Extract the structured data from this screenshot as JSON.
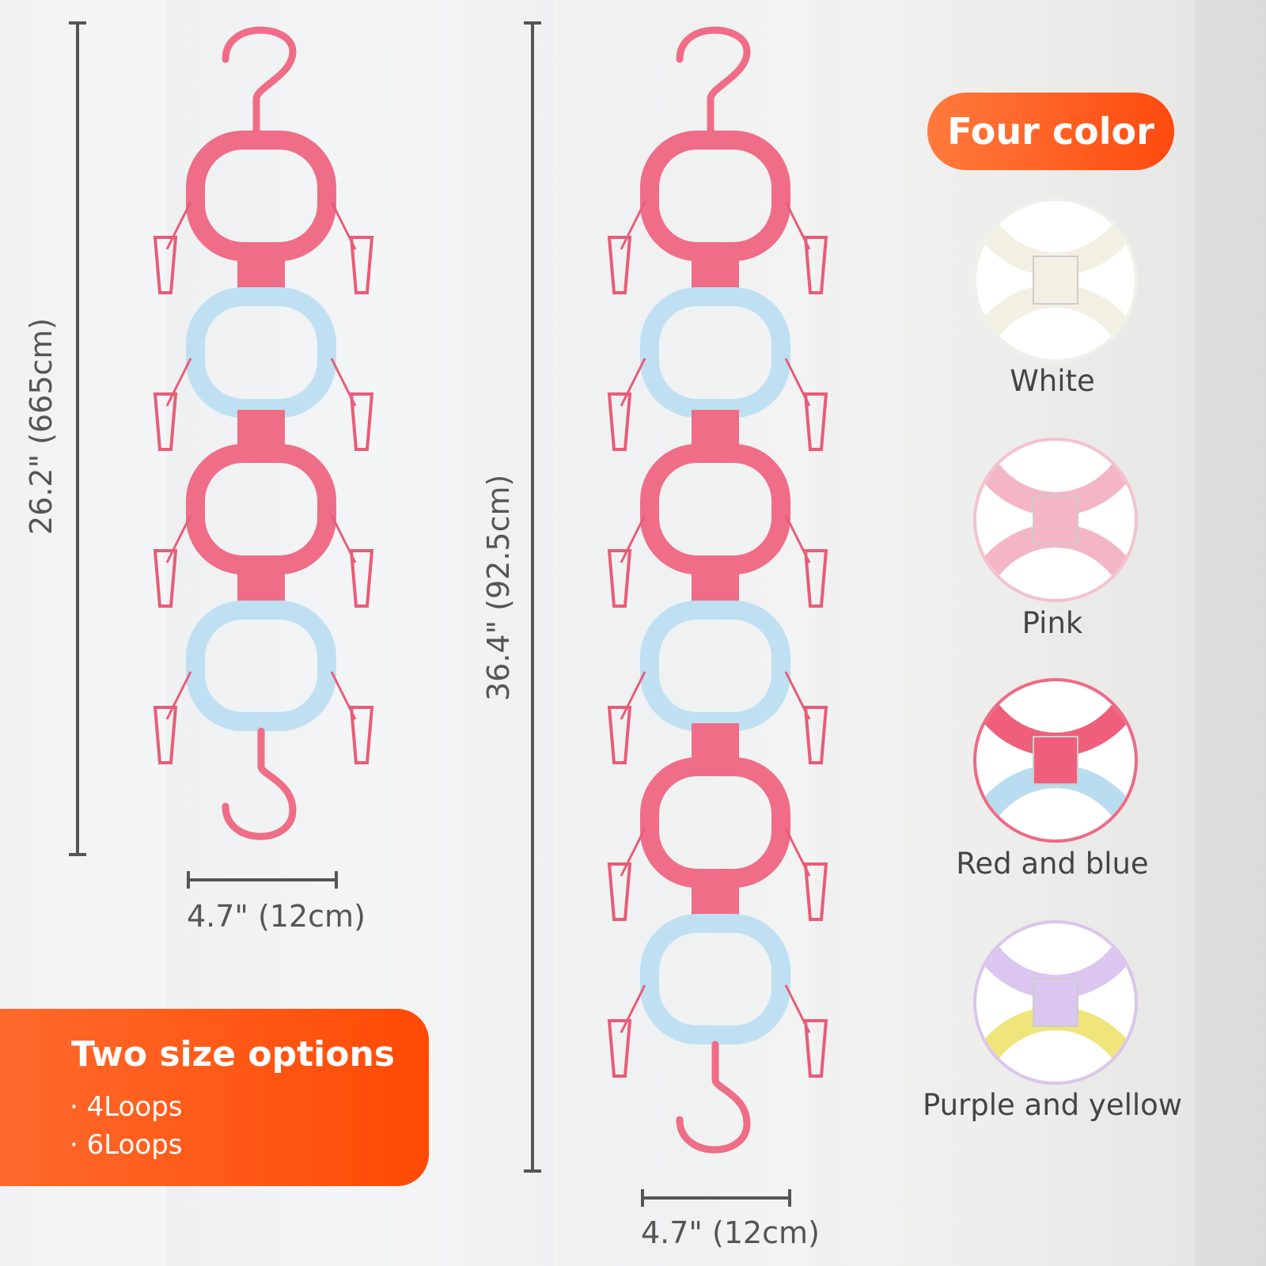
{
  "dimensions": {
    "small_height": "26.2\" (665cm)",
    "small_width": "4.7\" (12cm)",
    "large_height": "36.4\" (92.5cm)",
    "large_width": "4.7\" (12cm)"
  },
  "colors_section": {
    "title": "Four color",
    "swatches": [
      {
        "label": "White",
        "top": "#f1f0e2",
        "bottom": "#f1f0e2"
      },
      {
        "label": "Pink",
        "top": "#f4b6c5",
        "bottom": "#f4b6c5"
      },
      {
        "label": "Red and blue",
        "top": "#ef5f7b",
        "bottom": "#b9dcf0"
      },
      {
        "label": "Purple and yellow",
        "top": "#dbc6ef",
        "bottom": "#efe57a"
      }
    ]
  },
  "size_options": {
    "title": "Two size options",
    "items": [
      "4Loops",
      "6Loops"
    ]
  },
  "palette": {
    "accent": "#ff5a1e",
    "ring_pink": "#ef6d86",
    "ring_blue": "#bfe0f2",
    "clip_pink": "#e85c76"
  }
}
